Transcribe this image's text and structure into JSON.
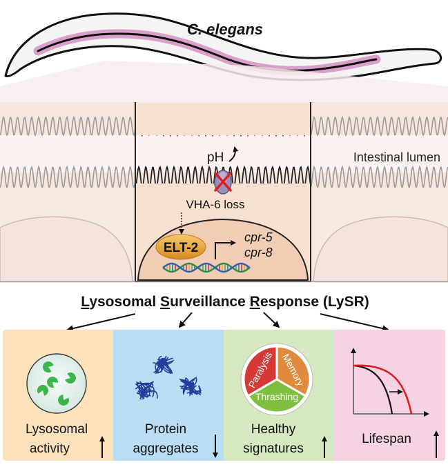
{
  "organism": "C. elegans",
  "lumen_label": "Intestinal lumen",
  "ph_label": "pH",
  "loss_label": "VHA-6 loss",
  "tf_label": "ELT-2",
  "genes": [
    "cpr-5",
    "cpr-8"
  ],
  "response": {
    "parts": [
      {
        "initial": "L",
        "rest": "ysosomal"
      },
      {
        "initial": "S",
        "rest": "urveillance"
      },
      {
        "initial": "R",
        "rest": "esponse"
      }
    ],
    "abbrev": "(LySR)"
  },
  "panels": [
    {
      "id": "lysosomal",
      "lines": [
        "Lysosomal",
        "activity"
      ],
      "direction": "up",
      "bg": "#fbe2bd"
    },
    {
      "id": "protein",
      "lines": [
        "Protein",
        "aggregates"
      ],
      "direction": "down",
      "bg": "#b9def3"
    },
    {
      "id": "healthy",
      "lines": [
        "Healthy",
        "signatures"
      ],
      "direction": "up",
      "bg": "#d6e8bf"
    },
    {
      "id": "lifespan",
      "lines": [
        "Lifespan"
      ],
      "direction": "up",
      "bg": "#f5d3e2"
    }
  ],
  "pie_labels": [
    "Paralysis",
    "Memory",
    "Thrashing"
  ],
  "colors": {
    "worm_body": "#f4f4f4",
    "worm_gut": "#d9a0cc",
    "cell_fill": "#f7e0cf",
    "lumen_fill": "#fdf2f2",
    "elt2": "#e9a33a",
    "pie_red": "#d53a37",
    "pie_orange": "#e08a3e",
    "pie_green": "#7fbf3f",
    "lysosome_green": "#3cb54a",
    "aggregate_blue": "#1f3f9a",
    "curve_red": "#e11b22"
  }
}
